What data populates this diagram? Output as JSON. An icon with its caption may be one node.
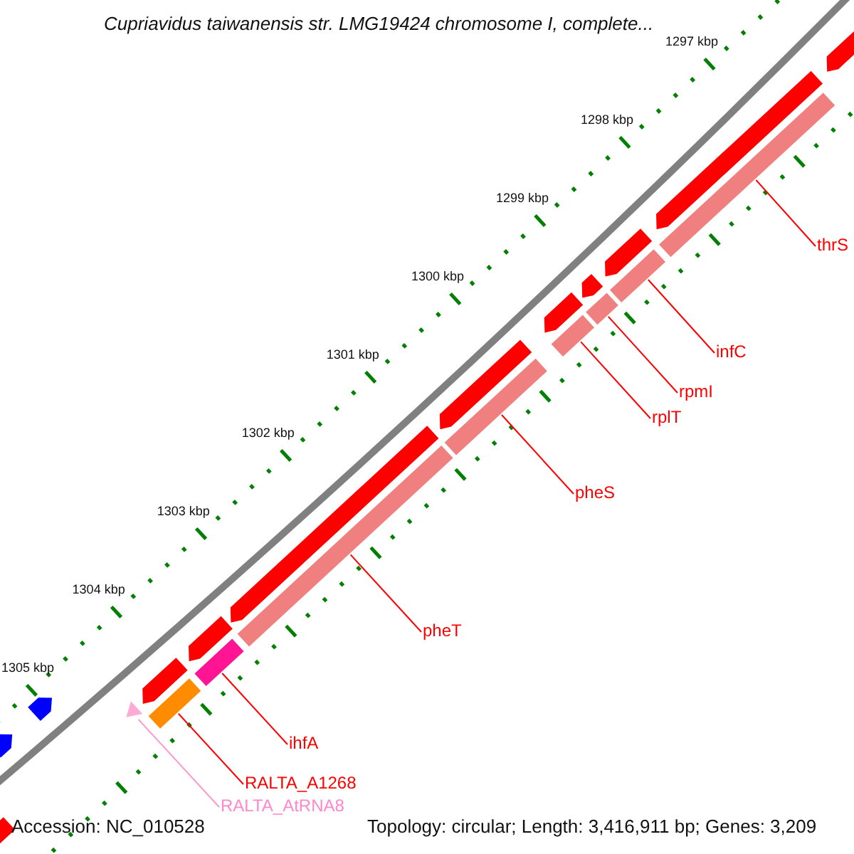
{
  "diagram": {
    "title": "Cupriavidus taiwanensis str. LMG19424 chromosome I, complete...",
    "nodes": [
      {
        "text": [
          "thrS"
        ]
      },
      {
        "text": [],
        "shape": "bar"
      },
      {
        "text": [
          "infC"
        ]
      },
      {
        "text": [],
        "shape": "bar"
      },
      {
        "text": [
          "rpmI"
        ]
      },
      {
        "text": [],
        "shape": "bar"
      },
      {
        "text": [
          "rplT"
        ]
      },
      {
        "text": [],
        "shape": "bar"
      },
      {
        "text": [
          "pheS"
        ]
      },
      {
        "text": [],
        "shape": "bar"
      },
      {
        "text": [
          "pheT"
        ]
      },
      {
        "text": [],
        "shape": "bar"
      },
      {
        "text": [
          "ihfA"
        ]
      },
      {
        "text": [],
        "shape": "bar"
      },
      {
        "text": [
          "RALTA_A1268"
        ]
      },
      {
        "text": [],
        "shape": "bar"
      },
      {
        "text": [
          "RALTA_AtRNA8"
        ]
      },
      {
        "text": [],
        "shape": "triangle"
      },
      {
        "text": [],
        "shape": "pentagon"
      },
      {
        "text": [],
        "shape": "pentagon"
      },
      {
        "text": [],
        "shape": "pentagon"
      },
      {
        "text": [],
        "shape": "pentagon"
      },
      {
        "text": [],
        "shape": "pentagon"
      },
      {
        "text": [],
        "shape": "pentagon"
      },
      {
        "text": [],
        "shape": "pentagon"
      },
      {
        "text": [],
        "shape": "pentagon"
      },
      {
        "text": [],
        "shape": "pentagon"
      },
      {
        "text": [],
        "shape": "pentagon"
      },
      {
        "text": [],
        "shape": "pentagon"
      },
      {
        "text": [],
        "shape": "pentagon"
      }
    ],
    "edges": [
      {
        "from": 0,
        "to": 1,
        "arrow": "none"
      },
      {
        "from": 2,
        "to": 3,
        "arrow": "none"
      },
      {
        "from": 4,
        "to": 5,
        "arrow": "none"
      },
      {
        "from": 6,
        "to": 7,
        "arrow": "none"
      },
      {
        "from": 8,
        "to": 9,
        "arrow": "none"
      },
      {
        "from": 10,
        "to": 11,
        "arrow": "none"
      },
      {
        "from": 12,
        "to": 13,
        "arrow": "none"
      },
      {
        "from": 14,
        "to": 15,
        "arrow": "none"
      },
      {
        "from": 16,
        "to": 17,
        "arrow": "none",
        "color": "#ff99cc"
      }
    ],
    "labels": [
      "1297 kbp",
      "1298 kbp",
      "1299 kbp",
      "1300 kbp",
      "1301 kbp",
      "1302 kbp",
      "1303 kbp",
      "1304 kbp",
      "1305 kbp",
      "Accession: NC_010528",
      "Topology: circular; Length: 3,416,911 bp; Genes: 3,209"
    ]
  }
}
